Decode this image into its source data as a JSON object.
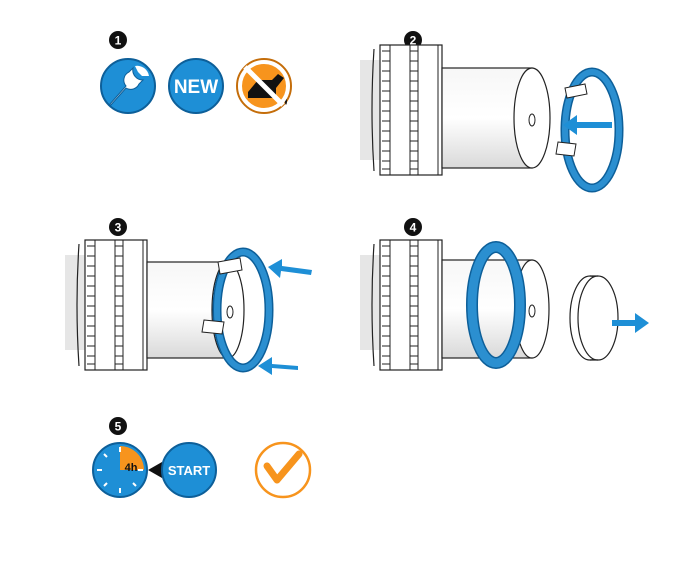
{
  "steps": [
    {
      "number": "1"
    },
    {
      "number": "2"
    },
    {
      "number": "3"
    },
    {
      "number": "4"
    },
    {
      "number": "5"
    }
  ],
  "icons": {
    "new_label": "NEW",
    "start_label": "START",
    "timer_label": "4h"
  },
  "colors": {
    "blue": "#1e8fd6",
    "orange": "#f7941d",
    "seal_blue": "#2b8fd0",
    "dark": "#1a1a1a"
  }
}
